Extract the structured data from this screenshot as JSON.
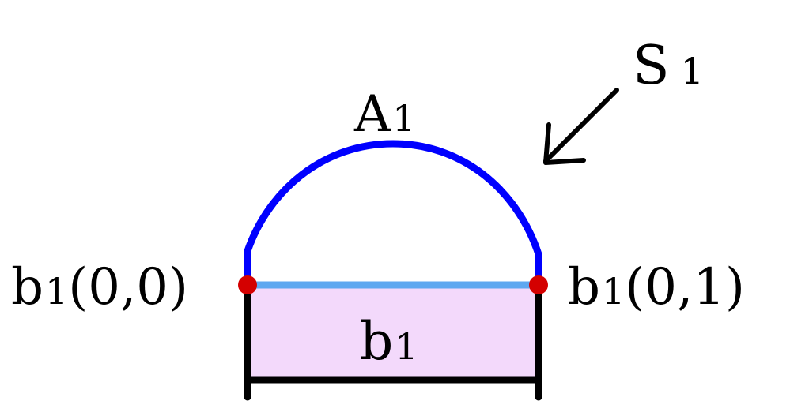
{
  "labels": {
    "arc": {
      "main": "A",
      "sub": "1"
    },
    "surface": {
      "main": "S",
      "sub": "1"
    },
    "box": {
      "main": "b",
      "sub": "1"
    },
    "left_point": {
      "main": "b",
      "sub": "1",
      "args": "(0,0)"
    },
    "right_point": {
      "main": "b",
      "sub": "1",
      "args": "(0,1)"
    }
  },
  "colors": {
    "arc": "#0000ff",
    "top_edge": "#5fa8f0",
    "box_fill": "#f3d9fb",
    "points": "#d40000",
    "frame": "#000000"
  }
}
